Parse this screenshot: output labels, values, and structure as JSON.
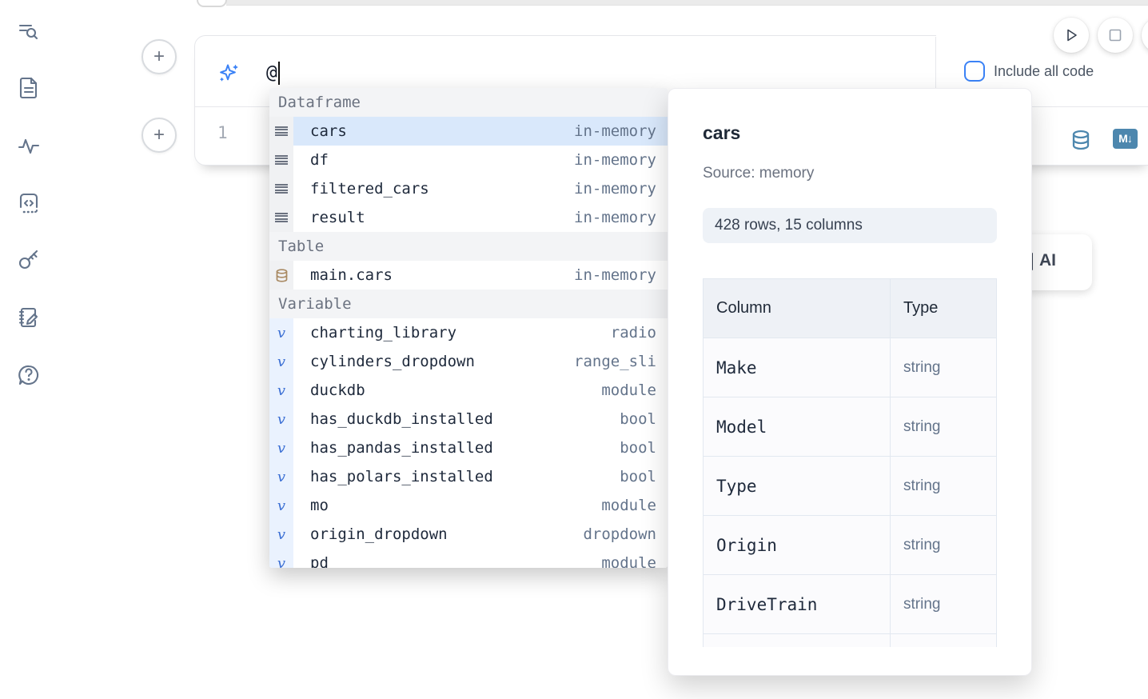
{
  "sidebar": {
    "items": [
      {
        "name": "search-list"
      },
      {
        "name": "documentation"
      },
      {
        "name": "activity"
      },
      {
        "name": "snippets"
      },
      {
        "name": "secrets-key"
      },
      {
        "name": "scratchpad"
      },
      {
        "name": "help-chat"
      }
    ]
  },
  "toolbar": {
    "include_all_code_label": "Include all code"
  },
  "ai_prompt": {
    "value": "@"
  },
  "cell": {
    "line_number": "1",
    "markdown_badge": "M↓"
  },
  "autocomplete": {
    "sections": [
      {
        "label": "Dataframe",
        "items": [
          {
            "name": "cars",
            "type": "in-memory"
          },
          {
            "name": "df",
            "type": "in-memory"
          },
          {
            "name": "filtered_cars",
            "type": "in-memory"
          },
          {
            "name": "result",
            "type": "in-memory"
          }
        ]
      },
      {
        "label": "Table",
        "items": [
          {
            "name": "main.cars",
            "type": "in-memory"
          }
        ]
      },
      {
        "label": "Variable",
        "items": [
          {
            "name": "charting_library",
            "type": "radio"
          },
          {
            "name": "cylinders_dropdown",
            "type": "range_sli"
          },
          {
            "name": "duckdb",
            "type": "module"
          },
          {
            "name": "has_duckdb_installed",
            "type": "bool"
          },
          {
            "name": "has_pandas_installed",
            "type": "bool"
          },
          {
            "name": "has_polars_installed",
            "type": "bool"
          },
          {
            "name": "mo",
            "type": "module"
          },
          {
            "name": "origin_dropdown",
            "type": "dropdown"
          },
          {
            "name": "pd",
            "type": "module"
          }
        ]
      }
    ]
  },
  "preview": {
    "title": "cars",
    "source": "Source: memory",
    "shape": "428 rows, 15 columns",
    "table": {
      "headers": [
        "Column",
        "Type"
      ],
      "rows": [
        [
          "Make",
          "string"
        ],
        [
          "Model",
          "string"
        ],
        [
          "Type",
          "string"
        ],
        [
          "Origin",
          "string"
        ],
        [
          "DriveTrain",
          "string"
        ]
      ]
    }
  },
  "ai_card": {
    "label": "AI"
  },
  "colors": {
    "accent": "#3b82f6",
    "tool_icon_blue": "#4d87ae",
    "db_icon_brown": "#a98a63",
    "selection_blue": "#d9e8fb",
    "variable_glyph_blue": "#3b6fd4"
  }
}
